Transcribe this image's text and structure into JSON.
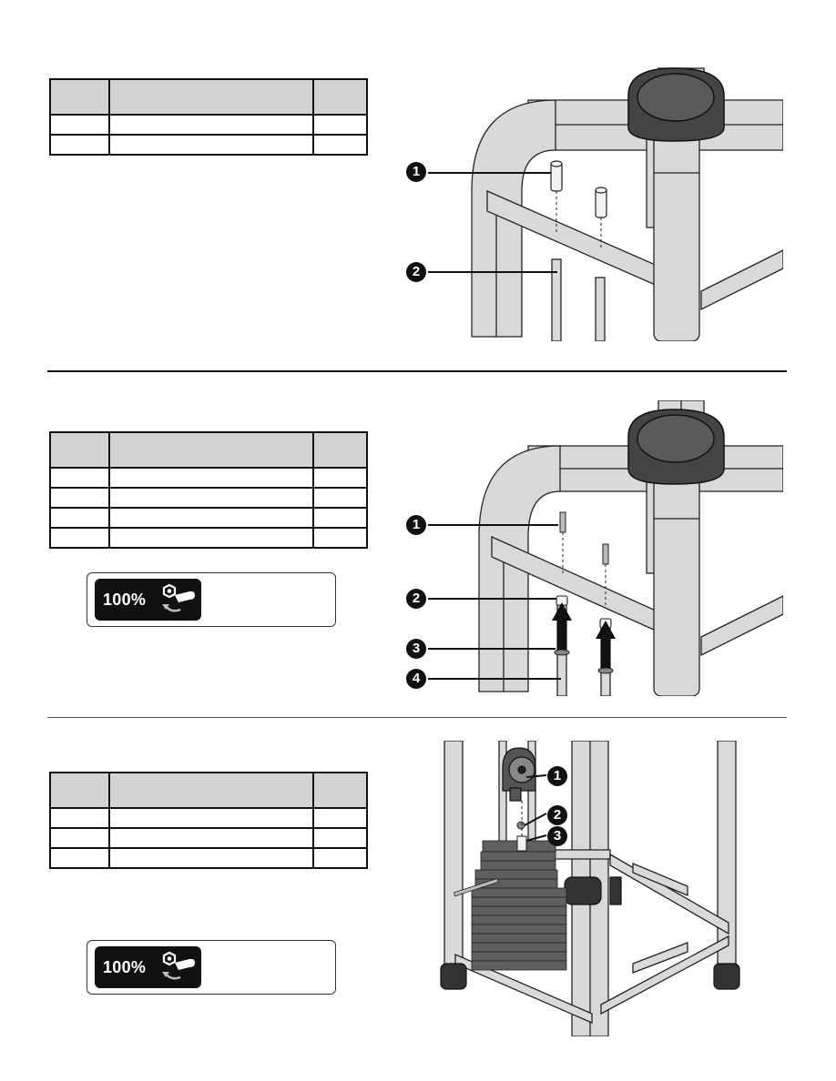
{
  "steps": [
    {
      "table": {
        "header": [
          "",
          "",
          ""
        ],
        "rows": [
          [
            "",
            "",
            ""
          ],
          [
            "",
            "",
            ""
          ]
        ]
      },
      "callouts": [
        "1",
        "2"
      ],
      "torque": null
    },
    {
      "table": {
        "header": [
          "",
          "",
          ""
        ],
        "rows": [
          [
            "",
            "",
            ""
          ],
          [
            "",
            "",
            ""
          ],
          [
            "",
            "",
            ""
          ],
          [
            "",
            "",
            ""
          ]
        ]
      },
      "callouts": [
        "1",
        "2",
        "3",
        "4"
      ],
      "torque": {
        "label": "100%",
        "icon": "wrench-nut-icon"
      }
    },
    {
      "table": {
        "header": [
          "",
          "",
          ""
        ],
        "rows": [
          [
            "",
            "",
            ""
          ],
          [
            "",
            "",
            ""
          ],
          [
            "",
            "",
            ""
          ]
        ]
      },
      "callouts": [
        "1",
        "2",
        "3"
      ],
      "torque": {
        "label": "100%",
        "icon": "wrench-nut-icon"
      }
    }
  ],
  "colors": {
    "frame": "#d9d9d9",
    "outline": "#222222",
    "header_fill": "#d3d3d3",
    "badge": "#111111"
  }
}
